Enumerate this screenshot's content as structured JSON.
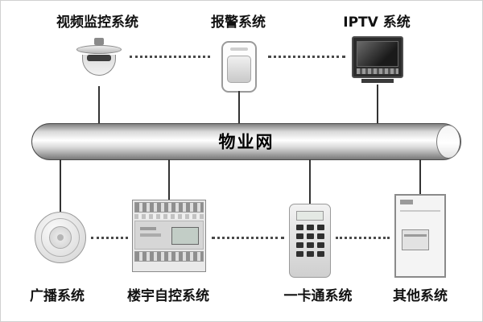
{
  "network": {
    "label": "物业网"
  },
  "top_systems": [
    {
      "label": "视频监控系统",
      "icon": "dome-camera-icon"
    },
    {
      "label": "报警系统",
      "icon": "motion-sensor-icon"
    },
    {
      "label": "IPTV 系统",
      "icon": "tv-monitor-icon"
    }
  ],
  "bottom_systems": [
    {
      "label": "广播系统",
      "icon": "ceiling-speaker-icon"
    },
    {
      "label": "楼宇自控系统",
      "icon": "din-controller-icon"
    },
    {
      "label": "一卡通系统",
      "icon": "keypad-icon"
    },
    {
      "label": "其他系统",
      "icon": "cabinet-icon"
    }
  ]
}
